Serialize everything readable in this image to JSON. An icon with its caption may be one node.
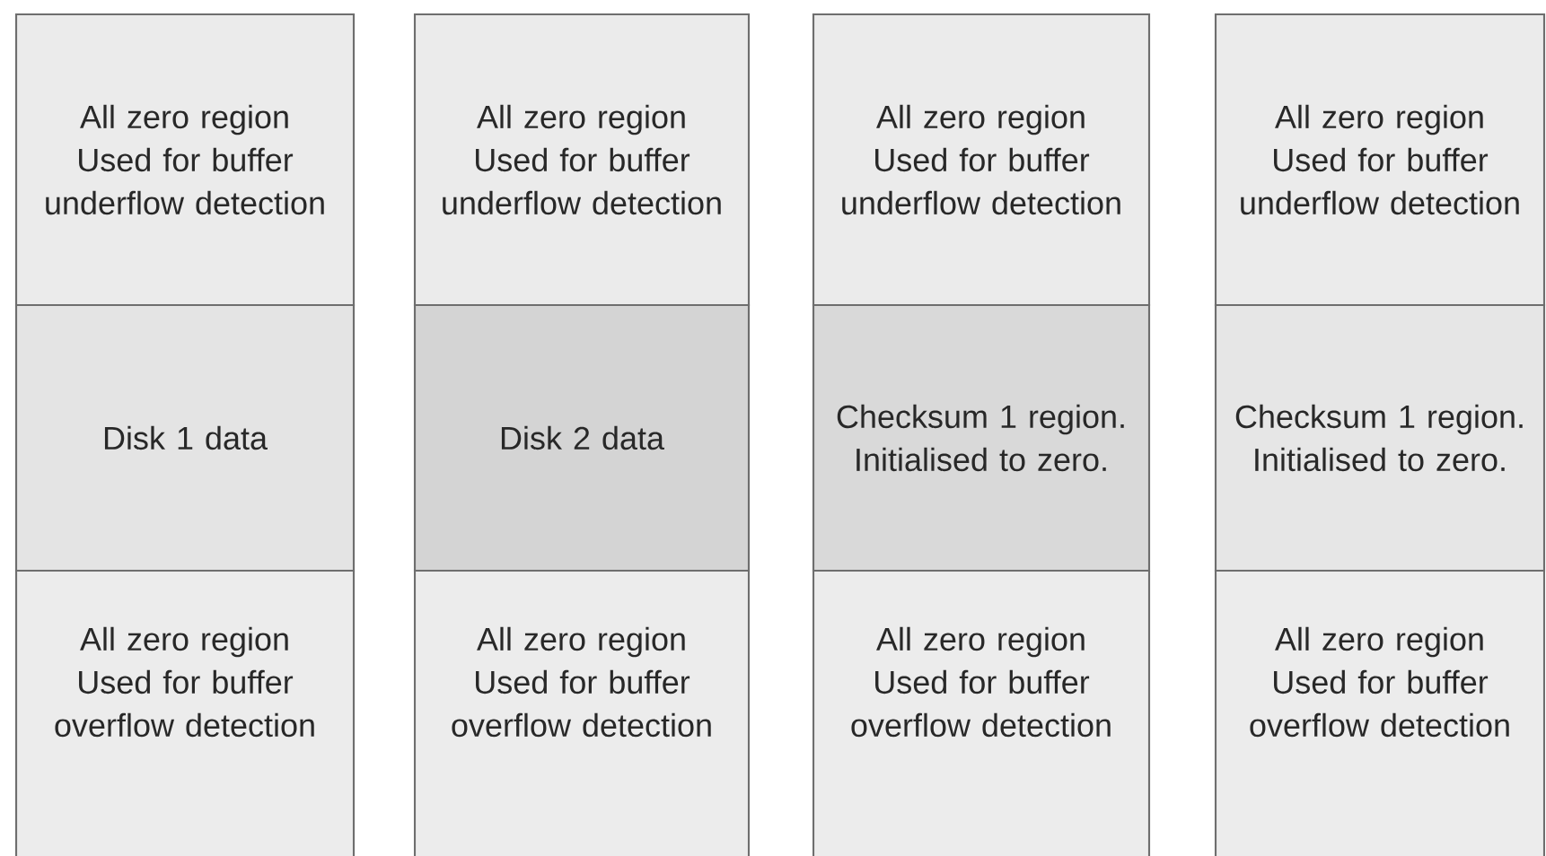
{
  "diagram": {
    "nodes": [
      {
        "text": [
          "All zero region Used for buffer underflow detection"
        ]
      },
      {
        "text": [
          "Disk 1 data"
        ]
      },
      {
        "text": [
          "All zero region Used for buffer overflow detection"
        ]
      },
      {
        "text": [
          "All zero region Used for buffer underflow detection"
        ]
      },
      {
        "text": [
          "Disk 2 data"
        ]
      },
      {
        "text": [
          "All zero region Used for buffer overflow detection"
        ]
      },
      {
        "text": [
          "All zero region Used for buffer underflow detection"
        ]
      },
      {
        "text": [
          "Checksum 1 region. Initialised to zero."
        ]
      },
      {
        "text": [
          "All zero region Used for buffer overflow detection"
        ]
      },
      {
        "text": [
          "All zero region Used for buffer underflow detection"
        ]
      },
      {
        "text": [
          "Checksum 1 region. Initialised to zero."
        ]
      },
      {
        "text": [
          "All zero region Used for buffer overflow detection"
        ]
      }
    ]
  }
}
